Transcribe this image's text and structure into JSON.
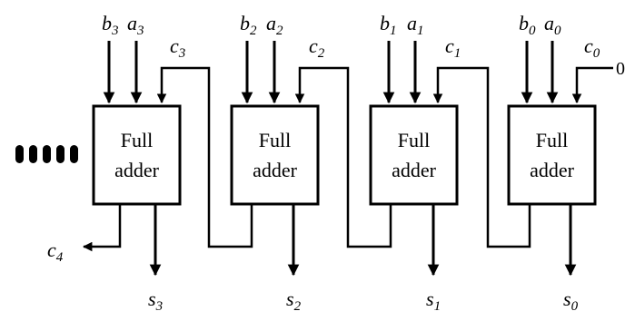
{
  "diagram": {
    "adders": [
      {
        "line1": "Full",
        "line2": "adder"
      },
      {
        "line1": "Full",
        "line2": "adder"
      },
      {
        "line1": "Full",
        "line2": "adder"
      },
      {
        "line1": "Full",
        "line2": "adder"
      }
    ],
    "inputs": [
      {
        "b": "b",
        "b_sub": "3",
        "a": "a",
        "a_sub": "3"
      },
      {
        "b": "b",
        "b_sub": "2",
        "a": "a",
        "a_sub": "2"
      },
      {
        "b": "b",
        "b_sub": "1",
        "a": "a",
        "a_sub": "1"
      },
      {
        "b": "b",
        "b_sub": "0",
        "a": "a",
        "a_sub": "0"
      }
    ],
    "carries": [
      {
        "name": "c",
        "sub": "3"
      },
      {
        "name": "c",
        "sub": "2"
      },
      {
        "name": "c",
        "sub": "1"
      },
      {
        "name": "c",
        "sub": "0"
      }
    ],
    "carry_in_value": "0",
    "carry_out": {
      "name": "c",
      "sub": "4"
    },
    "sums": [
      {
        "name": "s",
        "sub": "3"
      },
      {
        "name": "s",
        "sub": "2"
      },
      {
        "name": "s",
        "sub": "1"
      },
      {
        "name": "s",
        "sub": "0"
      }
    ]
  }
}
